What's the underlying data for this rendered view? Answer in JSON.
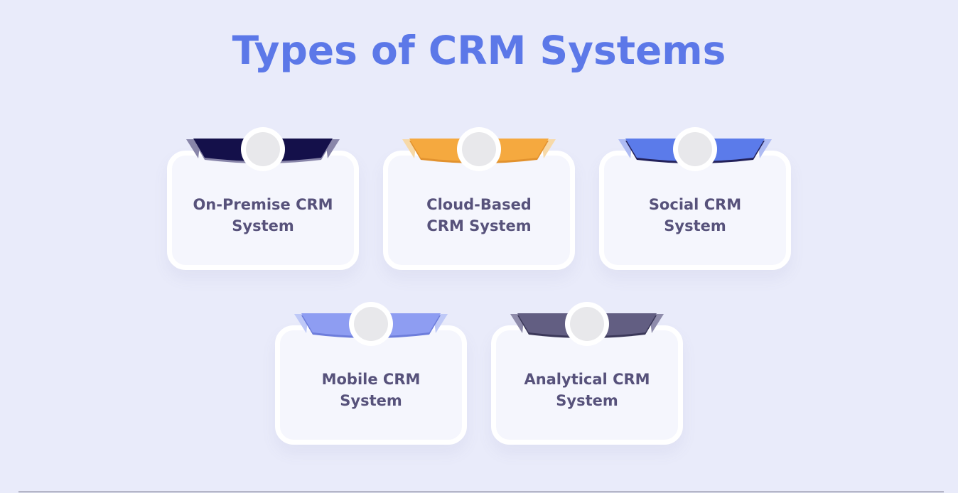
{
  "title": "Types of CRM Systems",
  "colors": {
    "background": "#E9EBFA",
    "card_background": "#F5F6FD",
    "card_border": "#FFFFFF",
    "title_color": "#5C78E8",
    "card_text_color": "#57527B",
    "circle_outer": "#FFFFFF",
    "circle_inner": "#E8E8EB",
    "bottom_line": "#32324B"
  },
  "rows": [
    {
      "cards": [
        {
          "label_line1": "On-Premise CRM",
          "label_line2": "System",
          "ribbon_color": "#14104A",
          "fold_color": "#8885A9",
          "shadow_color": "#8885A9"
        },
        {
          "label_line1": "Cloud-Based",
          "label_line2": "CRM System",
          "ribbon_color": "#F5A93F",
          "fold_color": "#F7D9A8",
          "shadow_color": "#E2922E"
        },
        {
          "label_line1": "Social CRM",
          "label_line2": "System",
          "ribbon_color": "#5B7BEA",
          "fold_color": "#AEBBF3",
          "shadow_color": "#23215A"
        }
      ]
    },
    {
      "cards": [
        {
          "label_line1": "Mobile CRM",
          "label_line2": "System",
          "ribbon_color": "#8E9DF2",
          "fold_color": "#BFC9F7",
          "shadow_color": "#6D7DDB"
        },
        {
          "label_line1": "Analytical CRM",
          "label_line2": "System",
          "ribbon_color": "#625E82",
          "fold_color": "#8F8CAB",
          "shadow_color": "#3B3859"
        }
      ]
    }
  ]
}
